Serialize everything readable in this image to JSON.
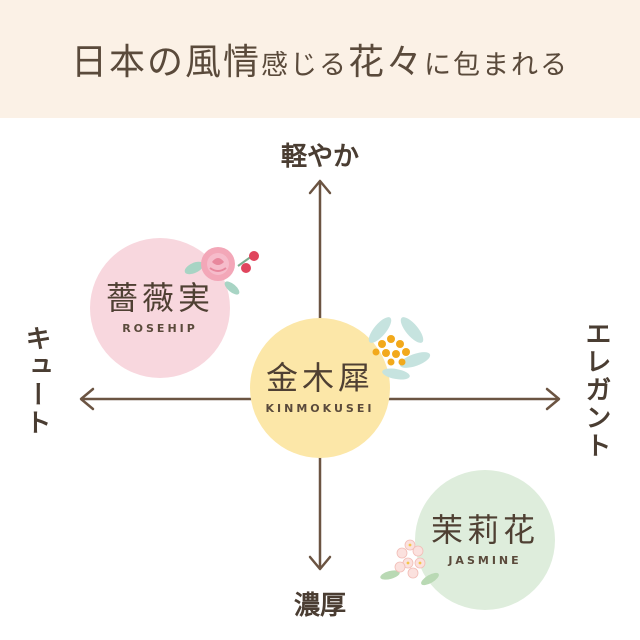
{
  "header": {
    "title_parts": [
      "日本の",
      "風情",
      "感じる",
      "花々",
      "に包まれる"
    ]
  },
  "axes": {
    "top": "軽やか",
    "bottom": "濃厚",
    "left": "キュート",
    "right": "エレガント"
  },
  "items": [
    {
      "kanji": "薔薇実",
      "roman": "ROSEHIP",
      "color": "#f8d7de",
      "icon": "rose-icon"
    },
    {
      "kanji": "金木犀",
      "roman": "KINMOKUSEI",
      "color": "#fce7a8",
      "icon": "osmanthus-icon"
    },
    {
      "kanji": "茉莉花",
      "roman": "JASMINE",
      "color": "#deeddc",
      "icon": "jasmine-icon"
    }
  ],
  "colors": {
    "header_bg": "#fbf1e6",
    "axis": "#6b5442",
    "text": "#4a3d32"
  }
}
